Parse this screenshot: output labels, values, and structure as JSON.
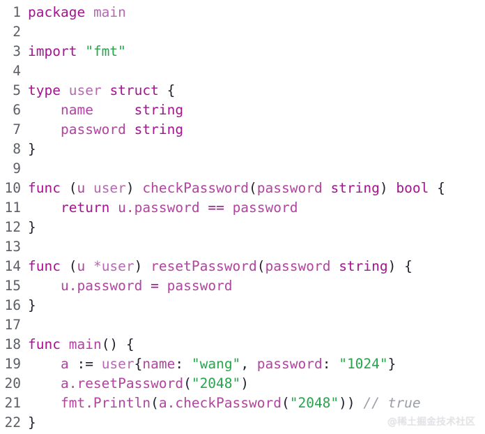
{
  "colors": {
    "keyword": "#a3148f",
    "type_name": "#b46ab0",
    "ident": "#b0449e",
    "string": "#25a64a",
    "comment": "#9a9ea6",
    "plain": "#1f1f2e",
    "line_number": "#5b5e66"
  },
  "code": {
    "lines": [
      {
        "n": "1",
        "tokens": [
          {
            "t": "package",
            "k": "keyword"
          },
          {
            "t": " ",
            "k": "plain"
          },
          {
            "t": "main",
            "k": "type_name"
          }
        ]
      },
      {
        "n": "2",
        "tokens": []
      },
      {
        "n": "3",
        "tokens": [
          {
            "t": "import",
            "k": "keyword"
          },
          {
            "t": " ",
            "k": "plain"
          },
          {
            "t": "\"fmt\"",
            "k": "string"
          }
        ]
      },
      {
        "n": "4",
        "tokens": []
      },
      {
        "n": "5",
        "tokens": [
          {
            "t": "type",
            "k": "keyword"
          },
          {
            "t": " ",
            "k": "plain"
          },
          {
            "t": "user",
            "k": "type_name"
          },
          {
            "t": " ",
            "k": "plain"
          },
          {
            "t": "struct",
            "k": "keyword"
          },
          {
            "t": " {",
            "k": "plain"
          }
        ]
      },
      {
        "n": "6",
        "tokens": [
          {
            "t": "    ",
            "k": "plain"
          },
          {
            "t": "name",
            "k": "ident"
          },
          {
            "t": "     ",
            "k": "plain"
          },
          {
            "t": "string",
            "k": "keyword"
          }
        ]
      },
      {
        "n": "7",
        "tokens": [
          {
            "t": "    ",
            "k": "plain"
          },
          {
            "t": "password",
            "k": "ident"
          },
          {
            "t": " ",
            "k": "plain"
          },
          {
            "t": "string",
            "k": "keyword"
          }
        ]
      },
      {
        "n": "8",
        "tokens": [
          {
            "t": "}",
            "k": "plain"
          }
        ]
      },
      {
        "n": "9",
        "tokens": []
      },
      {
        "n": "10",
        "tokens": [
          {
            "t": "func",
            "k": "keyword"
          },
          {
            "t": " (",
            "k": "plain"
          },
          {
            "t": "u",
            "k": "ident"
          },
          {
            "t": " ",
            "k": "plain"
          },
          {
            "t": "user",
            "k": "type_name"
          },
          {
            "t": ") ",
            "k": "plain"
          },
          {
            "t": "checkPassword",
            "k": "ident"
          },
          {
            "t": "(",
            "k": "plain"
          },
          {
            "t": "password",
            "k": "ident"
          },
          {
            "t": " ",
            "k": "plain"
          },
          {
            "t": "string",
            "k": "keyword"
          },
          {
            "t": ") ",
            "k": "plain"
          },
          {
            "t": "bool",
            "k": "keyword"
          },
          {
            "t": " {",
            "k": "plain"
          }
        ]
      },
      {
        "n": "11",
        "tokens": [
          {
            "t": "    ",
            "k": "plain"
          },
          {
            "t": "return",
            "k": "keyword"
          },
          {
            "t": " ",
            "k": "plain"
          },
          {
            "t": "u.password",
            "k": "ident"
          },
          {
            "t": " ",
            "k": "plain"
          },
          {
            "t": "==",
            "k": "keyword"
          },
          {
            "t": " ",
            "k": "plain"
          },
          {
            "t": "password",
            "k": "ident"
          }
        ]
      },
      {
        "n": "12",
        "tokens": [
          {
            "t": "}",
            "k": "plain"
          }
        ]
      },
      {
        "n": "13",
        "tokens": []
      },
      {
        "n": "14",
        "tokens": [
          {
            "t": "func",
            "k": "keyword"
          },
          {
            "t": " (",
            "k": "plain"
          },
          {
            "t": "u",
            "k": "ident"
          },
          {
            "t": " ",
            "k": "plain"
          },
          {
            "t": "*user",
            "k": "type_name"
          },
          {
            "t": ") ",
            "k": "plain"
          },
          {
            "t": "resetPassword",
            "k": "ident"
          },
          {
            "t": "(",
            "k": "plain"
          },
          {
            "t": "password",
            "k": "ident"
          },
          {
            "t": " ",
            "k": "plain"
          },
          {
            "t": "string",
            "k": "keyword"
          },
          {
            "t": ") {",
            "k": "plain"
          }
        ]
      },
      {
        "n": "15",
        "tokens": [
          {
            "t": "    ",
            "k": "plain"
          },
          {
            "t": "u.password",
            "k": "ident"
          },
          {
            "t": " ",
            "k": "plain"
          },
          {
            "t": "=",
            "k": "keyword"
          },
          {
            "t": " ",
            "k": "plain"
          },
          {
            "t": "password",
            "k": "ident"
          }
        ]
      },
      {
        "n": "16",
        "tokens": [
          {
            "t": "}",
            "k": "plain"
          }
        ]
      },
      {
        "n": "17",
        "tokens": []
      },
      {
        "n": "18",
        "tokens": [
          {
            "t": "func",
            "k": "keyword"
          },
          {
            "t": " ",
            "k": "plain"
          },
          {
            "t": "main",
            "k": "ident"
          },
          {
            "t": "() {",
            "k": "plain"
          }
        ]
      },
      {
        "n": "19",
        "tokens": [
          {
            "t": "    ",
            "k": "plain"
          },
          {
            "t": "a",
            "k": "ident"
          },
          {
            "t": " := ",
            "k": "plain"
          },
          {
            "t": "user",
            "k": "type_name"
          },
          {
            "t": "{",
            "k": "plain"
          },
          {
            "t": "name",
            "k": "ident"
          },
          {
            "t": ": ",
            "k": "plain"
          },
          {
            "t": "\"wang\"",
            "k": "string"
          },
          {
            "t": ", ",
            "k": "plain"
          },
          {
            "t": "password",
            "k": "ident"
          },
          {
            "t": ": ",
            "k": "plain"
          },
          {
            "t": "\"1024\"",
            "k": "string"
          },
          {
            "t": "}",
            "k": "plain"
          }
        ]
      },
      {
        "n": "20",
        "tokens": [
          {
            "t": "    ",
            "k": "plain"
          },
          {
            "t": "a.resetPassword",
            "k": "ident"
          },
          {
            "t": "(",
            "k": "plain"
          },
          {
            "t": "\"2048\"",
            "k": "string"
          },
          {
            "t": ")",
            "k": "plain"
          }
        ]
      },
      {
        "n": "21",
        "tokens": [
          {
            "t": "    ",
            "k": "plain"
          },
          {
            "t": "fmt.Println",
            "k": "ident"
          },
          {
            "t": "(",
            "k": "plain"
          },
          {
            "t": "a.checkPassword",
            "k": "ident"
          },
          {
            "t": "(",
            "k": "plain"
          },
          {
            "t": "\"2048\"",
            "k": "string"
          },
          {
            "t": ")) ",
            "k": "plain"
          },
          {
            "t": "// true",
            "k": "comment"
          }
        ]
      },
      {
        "n": "22",
        "tokens": [
          {
            "t": "}",
            "k": "plain"
          }
        ]
      }
    ]
  },
  "watermark": {
    "text": "@稀土掘金技术社区"
  }
}
